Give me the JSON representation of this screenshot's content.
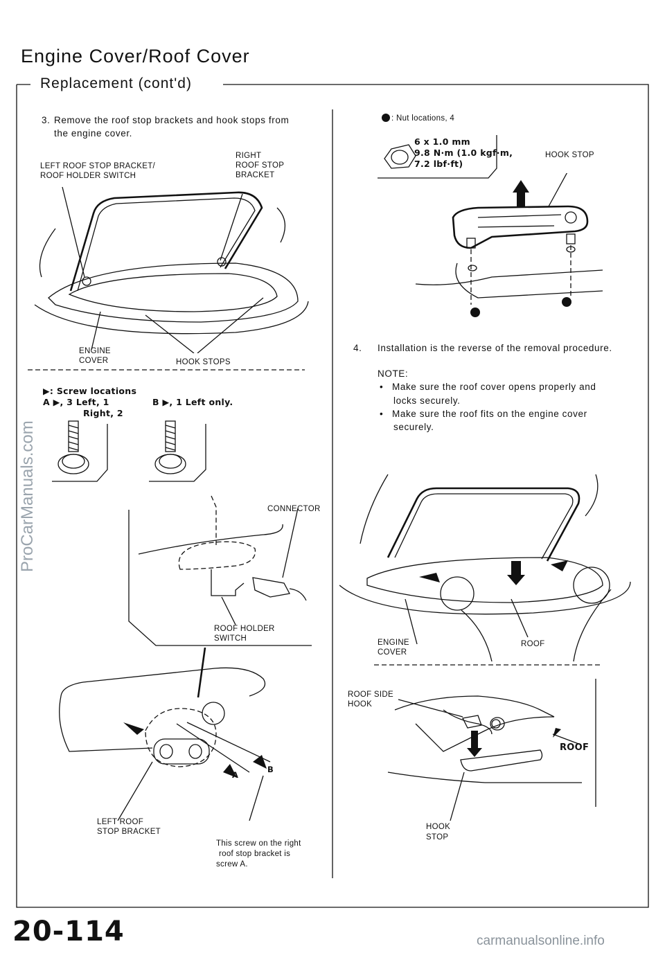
{
  "page": {
    "title": "Engine Cover/Roof Cover",
    "subtitle": "Replacement (cont'd)",
    "page_number": "20-114",
    "watermark": "ProCarManuals.com",
    "footer": "carmanualsonline.info"
  },
  "step3": {
    "number": "3.",
    "text_line1": "Remove the roof stop brackets and hook stops from",
    "text_line2": "the engine cover."
  },
  "fig1": {
    "left_label_1": "LEFT ROOF STOP BRACKET/",
    "left_label_2": "ROOF HOLDER SWITCH",
    "right_label_1": "RIGHT",
    "right_label_2": "ROOF STOP",
    "right_label_3": "BRACKET",
    "engine_cover_1": "ENGINE",
    "engine_cover_2": "COVER",
    "hook_stops": "HOOK STOPS"
  },
  "screws": {
    "legend_symbol": "▶",
    "legend_text": ": Screw locations",
    "a_prefix": "A ▶, 3 Left, 1",
    "a_right": "Right, 2",
    "b_text": "B ▶, 1 Left only."
  },
  "fig2": {
    "connector": "CONNECTOR",
    "roof_holder_1": "ROOF HOLDER",
    "roof_holder_2": "SWITCH",
    "left_roof_1": "LEFT ROOF",
    "left_roof_2": "STOP BRACKET",
    "marker_a": "A",
    "marker_b": "B",
    "note_1": "This screw on the right",
    "note_2": "roof stop bracket is",
    "note_3": "screw A."
  },
  "nut": {
    "legend_text": ": Nut locations, 4",
    "spec_1": "6 x 1.0 mm",
    "spec_2": "9.8 N·m (1.0 kgf·m,",
    "spec_3": "7.2 lbf·ft)",
    "hook_stop": "HOOK STOP"
  },
  "step4": {
    "number": "4.",
    "text": "Installation is the reverse of the removal procedure.",
    "note_title": "NOTE:",
    "bullet1_line1": "Make sure the roof cover opens properly and",
    "bullet1_line2": "locks securely.",
    "bullet2_line1": "Make sure the roof fits on the engine cover",
    "bullet2_line2": "securely."
  },
  "fig3": {
    "engine_cover_1": "ENGINE",
    "engine_cover_2": "COVER",
    "roof": "ROOF",
    "roof_side_1": "ROOF SIDE",
    "roof_side_2": "HOOK",
    "roof_bold": "ROOF",
    "hook_stop_1": "HOOK",
    "hook_stop_2": "STOP"
  }
}
